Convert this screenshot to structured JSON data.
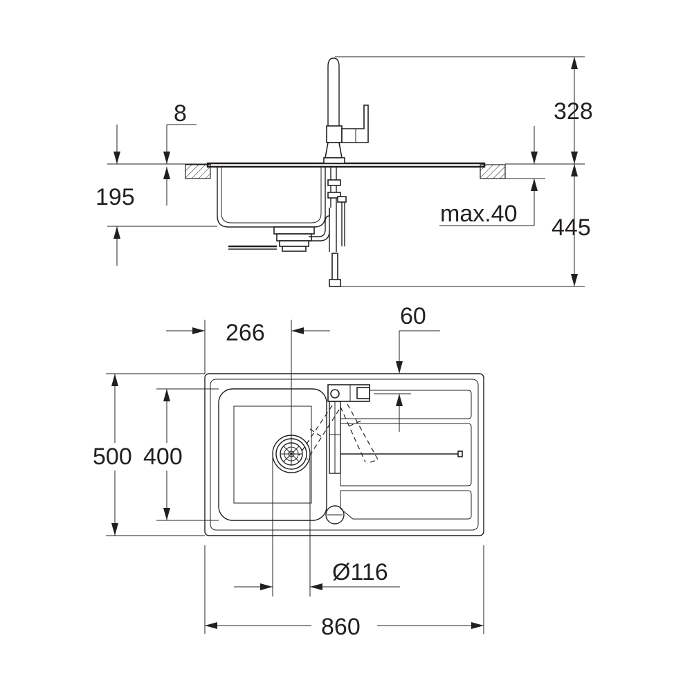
{
  "side_view": {
    "faucet_height": "328",
    "sink_depth": "195",
    "rim_thickness": "8",
    "max_worktop": "max.40",
    "total_under": "445"
  },
  "top_view": {
    "drain_offset": "266",
    "faucet_setback": "60",
    "outer_depth": "500",
    "bowl_depth": "400",
    "drain_diameter": "Ø116",
    "overall_width": "860"
  }
}
